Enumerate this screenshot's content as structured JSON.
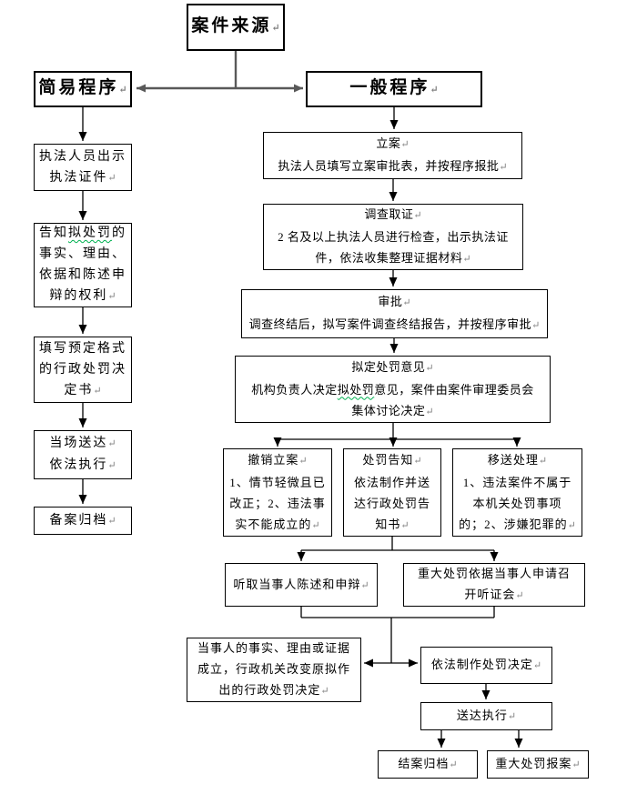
{
  "colors": {
    "background": "#ffffff",
    "box_border": "#000000",
    "text": "#000000",
    "connector_gray": "#595959",
    "connector_black": "#000000",
    "spellcheck_squiggle_green": "#00B050",
    "return_mark_gray": "#808080"
  },
  "flowchart": {
    "source": {
      "lines": [
        "案件来源↵"
      ]
    },
    "simple_procedure": {
      "header": {
        "lines": [
          "简易程序↵"
        ]
      },
      "steps": [
        {
          "lines": [
            "执法人员出示",
            "执法证件↵"
          ]
        },
        {
          "lines": [
            "告知拟处罚的",
            "事实、理由、",
            "依据和陈述申",
            "辩的权利↵"
          ],
          "squiggle": "拟处罚"
        },
        {
          "lines": [
            "填写预定格式",
            "的行政处罚决",
            "定书↵"
          ]
        },
        {
          "lines": [
            "当场送达↵",
            "依法执行↵"
          ]
        },
        {
          "lines": [
            "备案归档↵"
          ]
        }
      ]
    },
    "general_procedure": {
      "header": {
        "lines": [
          "一般程序↵"
        ]
      },
      "steps": [
        {
          "lines": [
            "立案↵",
            "执法人员填写立案审批表，并按程序报批↵"
          ]
        },
        {
          "lines": [
            "调查取证↵",
            "2 名及以上执法人员进行检查，出示执法证",
            "件，依法收集整理证据材料↵"
          ]
        },
        {
          "lines": [
            "审批↵",
            "调查终结后，拟写案件调查终结报告，并按程序审批↵"
          ]
        },
        {
          "lines": [
            "拟定处罚意见↵",
            "机构负责人决定拟处罚意见，案件由案件审理委员会",
            "集体讨论决定↵"
          ],
          "squiggle": "拟处罚"
        }
      ],
      "outcomes": [
        {
          "lines": [
            "撤销立案↵",
            "1、情节轻微且已",
            "改正；2、违法事",
            "实不能成立的↵"
          ]
        },
        {
          "lines": [
            "处罚告知↵",
            "依法制作并送",
            "达行政处罚告",
            "知书↵"
          ]
        },
        {
          "lines": [
            "移送处理↵",
            "1、违法案件不属于",
            "本机关处罚事项",
            "的；2、涉嫌犯罪的↵"
          ]
        }
      ],
      "hearing_row": [
        {
          "lines": [
            "听取当事人陈述和申辩↵"
          ]
        },
        {
          "lines": [
            "重大处罚依据当事人申请召",
            "开听证会↵"
          ]
        }
      ],
      "decision_row": [
        {
          "lines": [
            "当事人的事实、理由或证据",
            "成立，行政机关改变原拟作",
            "出的行政处罚决定↵"
          ]
        },
        {
          "lines": [
            "依法制作处罚决定↵"
          ]
        }
      ],
      "delivery": {
        "lines": [
          "送达执行↵"
        ]
      },
      "closing": [
        {
          "lines": [
            "结案归档↵"
          ]
        },
        {
          "lines": [
            "重大处罚报案↵"
          ]
        }
      ]
    }
  }
}
